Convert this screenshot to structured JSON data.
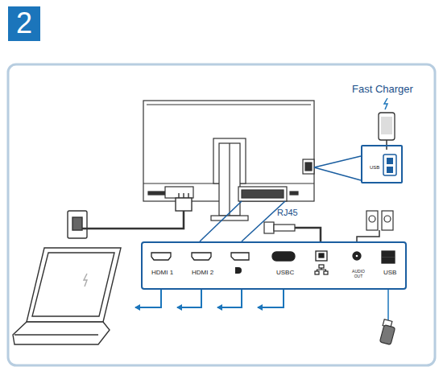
{
  "diagram": {
    "nodes": [
      {
        "text": [
          "2"
        ]
      },
      {
        "text": [
          "USB"
        ]
      },
      {
        "text": [
          "HDMI 1",
          "HDMI 2",
          "USBC",
          "AUDIO OUT",
          "USB"
        ]
      }
    ],
    "labels": [
      "Fast Charger",
      "RJ45"
    ]
  }
}
